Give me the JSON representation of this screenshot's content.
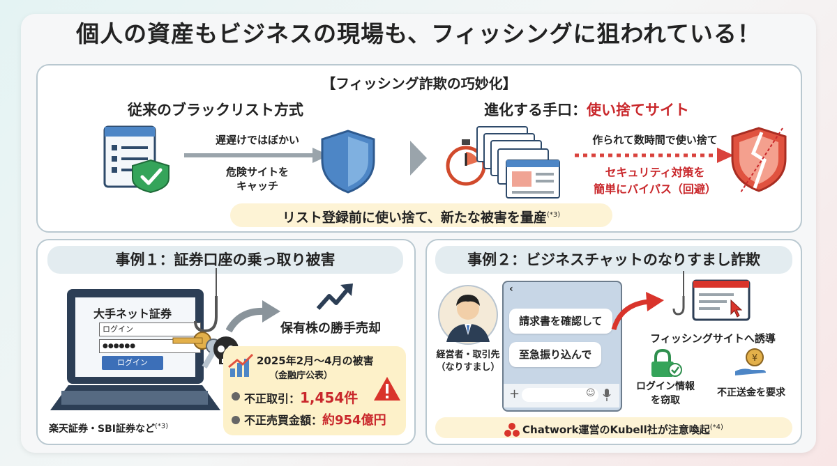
{
  "title": "個人の資産もビジネスの現場も、フィッシングに狙われている！",
  "top": {
    "heading": "【フィッシング詐欺の巧妙化】",
    "left_label": "従来のブラックリスト方式",
    "arrow_top_text": "遅遅けではぼかい",
    "arrow_bottom_text_1": "危険サイトを",
    "arrow_bottom_text_2": "キャッチ",
    "right_label_prefix": "進化する手口：",
    "right_label_highlight": "使い捨てサイト",
    "dotted_text": "作られて数時間で使い捨て",
    "bypass_text_1": "セキュリティ対策を",
    "bypass_text_2": "簡単にバイパス（回避）",
    "summary": "リスト登録前に使い捨て、新たな被害を量産",
    "summary_note": "(*3)"
  },
  "case1": {
    "heading": "事例１：証券口座の乗っ取り被害",
    "screen_title": "大手ネット証券",
    "login_placeholder": "ログイン",
    "password_mask": "●●●●●●",
    "login_button": "ログイン",
    "result_text": "保有株の勝手売却",
    "box_title": "2025年2月〜4月の被害",
    "box_subtitle": "（金融庁公表）",
    "stat1_label": "不正取引：",
    "stat1_value": "1,454件",
    "stat2_label": "不正売買金額：",
    "stat2_value": "約954億円",
    "footer": "楽天証券・SBI証券など",
    "footer_note": "(*3)"
  },
  "case2": {
    "heading": "事例２：ビジネスチャットのなりすまし詐欺",
    "person_label_1": "経営者・取引先",
    "person_label_2": "（なりすまし）",
    "bubble1": "請求書を確認して",
    "bubble2": "至急振り込んで",
    "phish_text": "フィッシングサイトへ誘導",
    "login_steal_1": "ログイン情報",
    "login_steal_2": "を窃取",
    "money_text": "不正送金を要求",
    "footer": "Chatwork運営のKubell社が注意喚起",
    "footer_note": "(*4)"
  },
  "colors": {
    "accent_red": "#c9272b",
    "shield_blue": "#4d86c6",
    "panel_border": "#b9c8d0",
    "pill_yellow": "#fdf3d5"
  }
}
